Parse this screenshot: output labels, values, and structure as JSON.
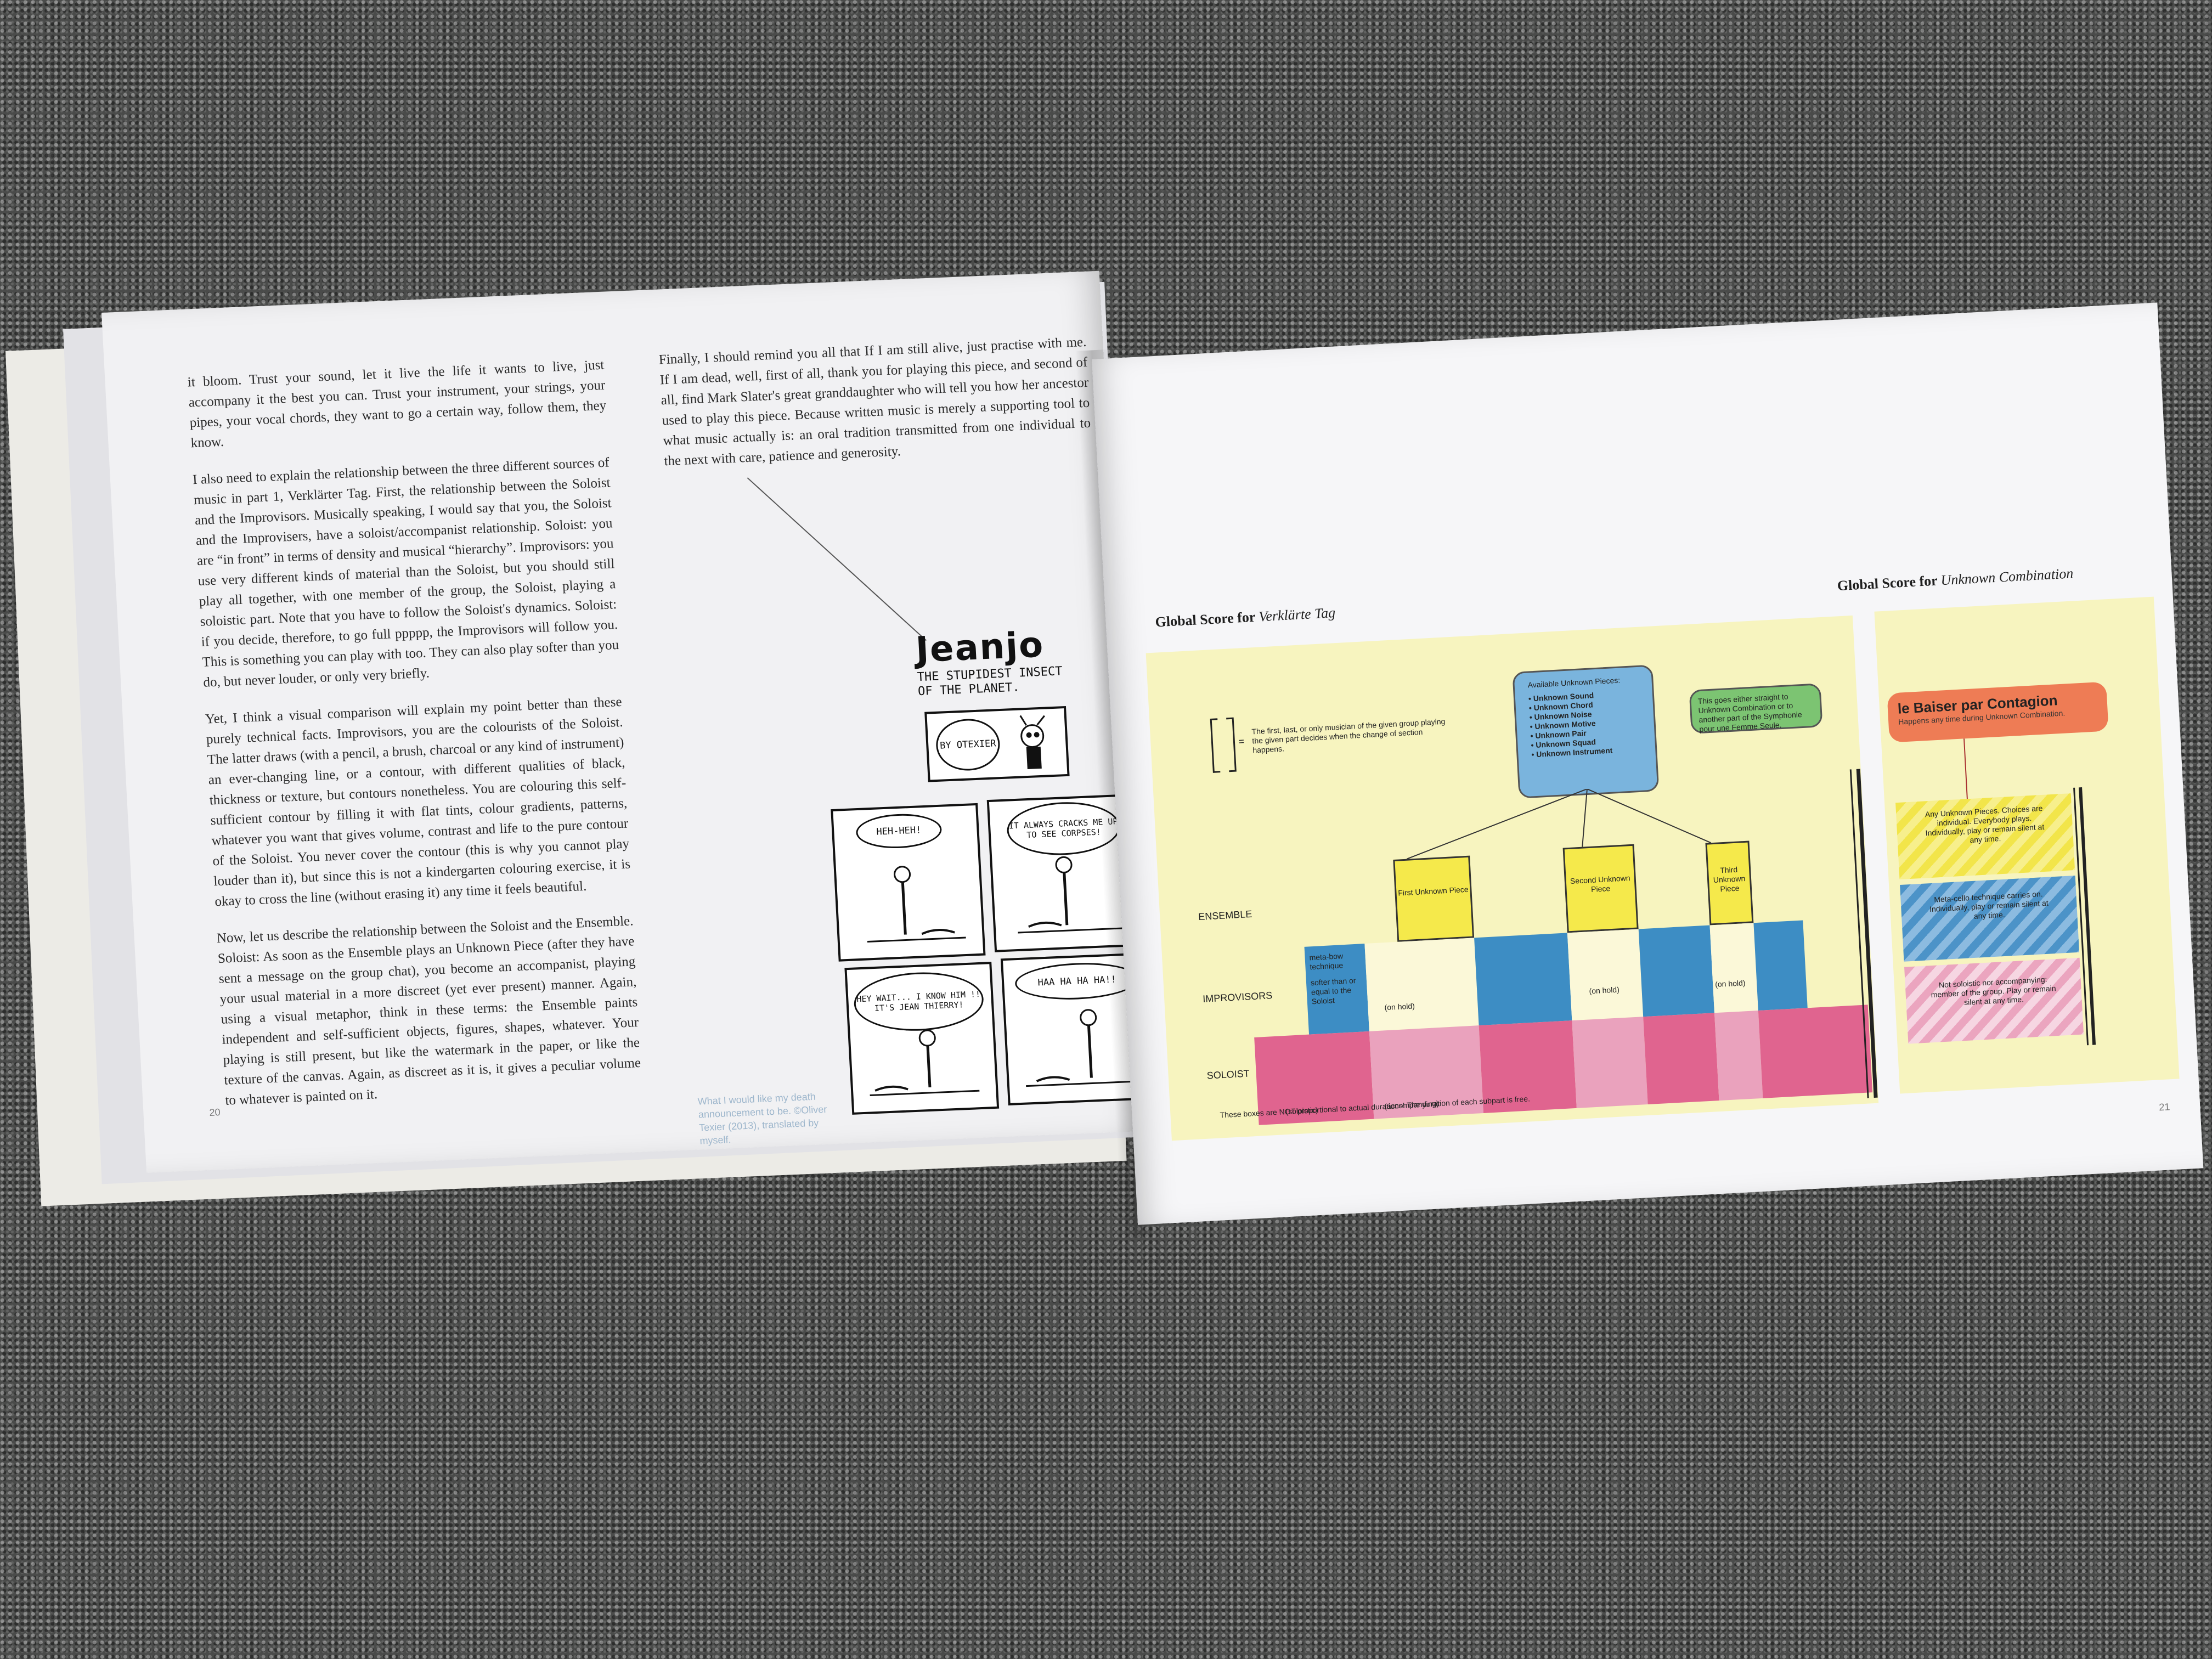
{
  "left_page": {
    "col1": [
      "it bloom. Trust your sound, let it live the life it wants to live, just accompany it the best you can. Trust your instrument, your strings, your pipes, your vocal chords, they want to go a certain way, follow them, they know.",
      "I also need to explain the relationship between the three different sources of music in part 1, Verklärter Tag. First, the relationship between the Soloist and the Improvisors. Musically speaking, I would say that you, the Soloist and the Improvisers, have a soloist/accompanist relationship. Soloist: you are “in front” in terms of density and musical “hierarchy”. Improvisors: you use very different kinds of material than the Soloist, but you should still play all together, with one member of the group, the Soloist, playing a soloistic part. Note that you have to follow the Soloist's dynamics. Soloist: if you decide, therefore, to go full ppppp, the Improvisors will follow you. This is something you can play with too. They can also play softer than you do, but never louder, or only very briefly.",
      "Yet, I think a visual comparison will explain my point better than these purely technical facts. Improvisors, you are the colourists of the Soloist. The latter draws (with a pencil, a brush, charcoal or any kind of instrument) an ever-changing line, or a contour, with different qualities of black, thickness or texture, but contours nonetheless. You are colouring this self-sufficient contour by filling it with flat tints, colour gradients, patterns, whatever you want that gives volume, contrast and life to the pure contour of the Soloist. You never cover the contour (this is why you cannot play louder than it), but since this is not a kindergarten colouring exercise, it is okay to cross the line (without erasing it) any time it feels beautiful.",
      "Now, let us describe the relationship between the Soloist and the Ensemble. Soloist: As soon as the Ensemble plays an Unknown Piece (after they have sent a message on the group chat), you become an accompanist, playing your usual material in a more discreet (yet ever present) manner. Again, using a visual metaphor, think in these terms: the Ensemble paints independent and self-sufficient objects, figures, shapes, whatever. Your playing is still present, but like the watermark in the paper, or like the texture of the canvas. Again, as discreet as it is, it gives a peculiar volume to whatever is painted on it."
    ],
    "col2": "Finally, I should remind you all that If I am still alive, just practise with me. If I am dead, well, first of all, thank you for playing this piece, and second of all, find Mark Slater's great granddaughter who will tell you how her ancestor used to play this piece. Because written music is merely a supporting tool to what music actually is: an oral tradition transmitted from one individual to the next with care, patience and generosity.",
    "page_number": "20",
    "caption": "What I would like my death announcement to be. ©Oliver Texier (2013), translated by myself.",
    "comic": {
      "title": "Jeanjo",
      "subtitle": "THE STUPIDEST INSECT OF THE PLANET.",
      "byline": "BY OTEXIER",
      "panel1": "HEH-HEH!",
      "panel2": "IT ALWAYS CRACKS ME UP TO SEE CORPSES!",
      "panel3": "HEY WAIT... I KNOW HIM !! IT'S JEAN THIERRY!",
      "panel4": "HAA HA HA HA!!"
    }
  },
  "right_page": {
    "title_left_prefix": "Global Score for",
    "title_left_em": "Verklärte Tag",
    "title_right_prefix": "Global Score for",
    "title_right_em": "Unknown Combination",
    "page_number": "21",
    "legend_text": "The first, last, or only musician of the given group playing the given part decides when the change of section happens.",
    "legend_eq": "=",
    "available_title": "Available Unknown Pieces:",
    "available_items": [
      "• Unknown Sound",
      "• Unknown Chord",
      "• Unknown Noise",
      "• Unknown Motive",
      "• Unknown Pair",
      "• Unknown Squad",
      "• Unknown Instrument"
    ],
    "green_note": "This goes either straight to Unknown Combination or to another part of the Symphonie pour une Femme Seule.",
    "rows": {
      "ensemble": "ENSEMBLE",
      "improvisors": "IMPROVISORS",
      "soloist": "SOLOIST"
    },
    "pieces": [
      "First Unknown Piece",
      "Second Unknown Piece",
      "Third Unknown Piece"
    ],
    "meta_bow": "meta-bow technique",
    "softer": "softer than or equal to the Soloist",
    "on_hold": "(on hold)",
    "soloistic": "(soloistic)",
    "accompanying": "(accompanying)",
    "footnote": "These boxes are NOT proportional to actual durations! The duration of each subpart is free.",
    "baiser_title": "le Baiser par Contagion",
    "baiser_sub": "Happens any time during Unknown Combination.",
    "choice_yellow": "Any Unknown Pieces. Choices are individual. Everybody plays. Individually, play or remain silent at any time.",
    "choice_blue": "Meta-cello technique carries on. Individually, play or remain silent at any time.",
    "choice_pink": "Not soloistic nor accompanying: member of the group. Play or remain silent at any time."
  },
  "colors": {
    "yellow_bg": "#f7f4bf",
    "ensemble_yellow": "#f5e94b",
    "improv_blue": "#3d8dc4",
    "soloist_pink": "#e0648f",
    "bubble_orange": "#ee7c55",
    "bubble_green": "#7cc472"
  }
}
